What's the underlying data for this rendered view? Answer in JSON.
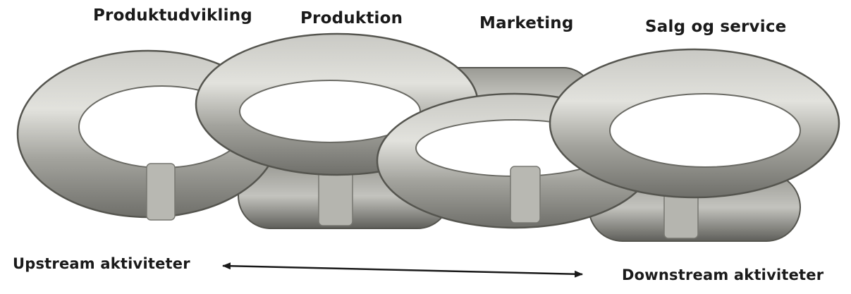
{
  "diagram": {
    "links": [
      {
        "label": "Produktudvikling"
      },
      {
        "label": "Produktion"
      },
      {
        "label": "Marketing"
      },
      {
        "label": "Salg og service"
      }
    ],
    "arrow": {
      "left_label": "Upstream aktiviteter",
      "right_label": "Downstream aktiviteter"
    },
    "colors": {
      "text": "#1a1a1a",
      "chain_light": "#d8d8d3",
      "chain_mid": "#a9a9a3",
      "chain_dark": "#6f6f6a",
      "arrow": "#1a1a1a"
    }
  }
}
